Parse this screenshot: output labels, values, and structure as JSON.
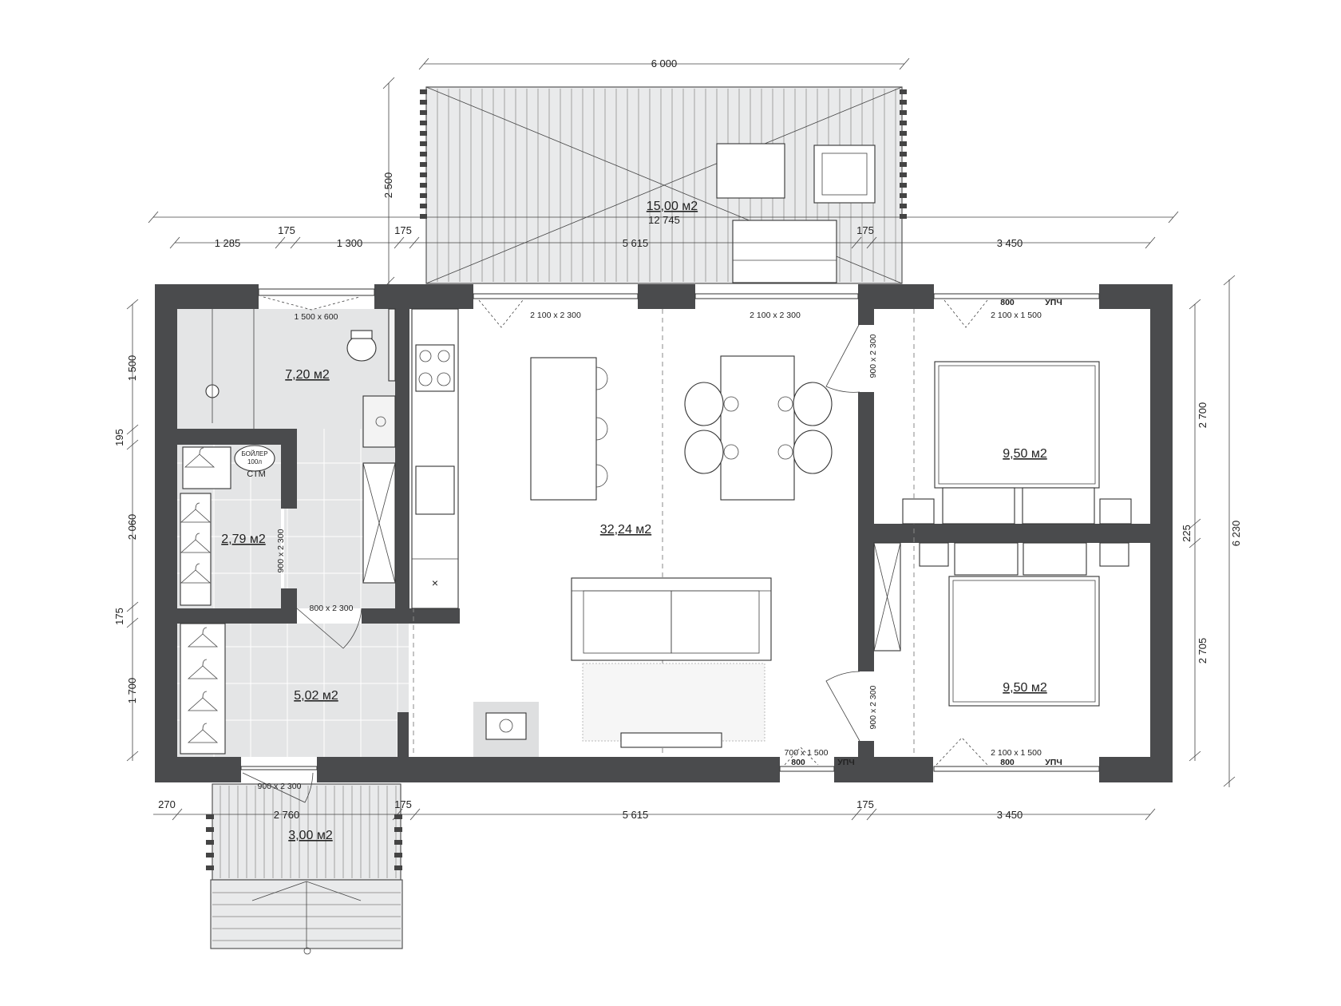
{
  "dimensions": {
    "top_overall": "6 000",
    "terrace_depth": "2 500",
    "overall_width": "12 745",
    "top_segments": [
      "1 285",
      "175",
      "1 300",
      "175",
      "5 615",
      "175",
      "3 450"
    ],
    "bottom_segments": [
      "270",
      "2 760",
      "175",
      "5 615",
      "175",
      "3 450"
    ],
    "left_segments": [
      "1 500",
      "195",
      "2 060",
      "175",
      "1 700"
    ],
    "right_segments": [
      "2 700",
      "225",
      "2 705"
    ],
    "overall_depth": "6 230"
  },
  "rooms": [
    {
      "id": "terrace",
      "area": "15,00 м2"
    },
    {
      "id": "bathroom",
      "area": "7,20 м2"
    },
    {
      "id": "boiler-closet",
      "area": "2,79 м2"
    },
    {
      "id": "hall",
      "area": "5,02 м2"
    },
    {
      "id": "living",
      "area": "32,24 м2"
    },
    {
      "id": "bedroom-1",
      "area": "9,50 м2"
    },
    {
      "id": "bedroom-2",
      "area": "9,50 м2"
    },
    {
      "id": "porch",
      "area": "3,00 м2"
    }
  ],
  "openings": {
    "bath_window": "1 500 x 600",
    "living_window_left": "2 100 x 2 300",
    "living_window_right": "2 100 x 2 300",
    "bedroom1_window": "2 100 x 1 500",
    "bedroom2_window": "2 100 x 1 500",
    "bedroom1_door": "900 x 2 300",
    "bedroom2_door": "900 x 2 300",
    "closet_door": "900 x 2 300",
    "hall_door": "800 x 2 300",
    "entry_door": "900 x 2 300",
    "small_window": "700 x 1 500"
  },
  "labels": {
    "boiler": "БОЙЛЕР",
    "boiler_volume": "100л",
    "stm": "СТМ",
    "sill_a": "800",
    "upch_a": "УПЧ",
    "sill_b": "800",
    "upch_b": "УПЧ",
    "sill_c": "800",
    "upch_c": "УПЧ"
  }
}
